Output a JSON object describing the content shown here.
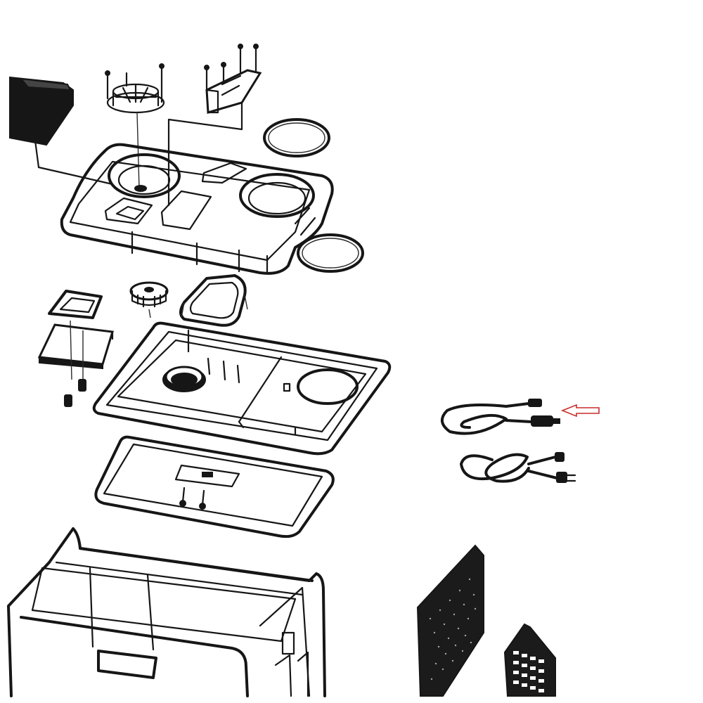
{
  "diagram": {
    "parts": [
      {
        "name": "control-module",
        "icon": "box-icon"
      },
      {
        "name": "fan-impeller",
        "icon": "fan-icon"
      },
      {
        "name": "bracket-with-screws",
        "icon": "bracket-icon"
      },
      {
        "name": "upper-lid-housing",
        "icon": "housing-icon"
      },
      {
        "name": "seal-ring-top",
        "icon": "ring-icon"
      },
      {
        "name": "seal-ring-bottom",
        "icon": "ring-icon"
      },
      {
        "name": "small-fan",
        "icon": "fan-icon"
      },
      {
        "name": "gasket",
        "icon": "gasket-icon"
      },
      {
        "name": "filter-frame",
        "icon": "frame-icon"
      },
      {
        "name": "filter-block",
        "icon": "block-icon"
      },
      {
        "name": "lid-inner-frame",
        "icon": "frame-icon"
      },
      {
        "name": "lid-inner-panel",
        "icon": "panel-icon"
      },
      {
        "name": "dc-cable",
        "icon": "cable-icon"
      },
      {
        "name": "ac-cable",
        "icon": "plug-icon"
      },
      {
        "name": "cooler-body",
        "icon": "body-icon"
      },
      {
        "name": "vent-grille",
        "icon": "grille-icon"
      },
      {
        "name": "vent-cover",
        "icon": "grille-icon"
      }
    ],
    "pointer": {
      "icon": "arrow-left-icon",
      "color": "#cc2a2a"
    },
    "line_color": "#161616"
  }
}
